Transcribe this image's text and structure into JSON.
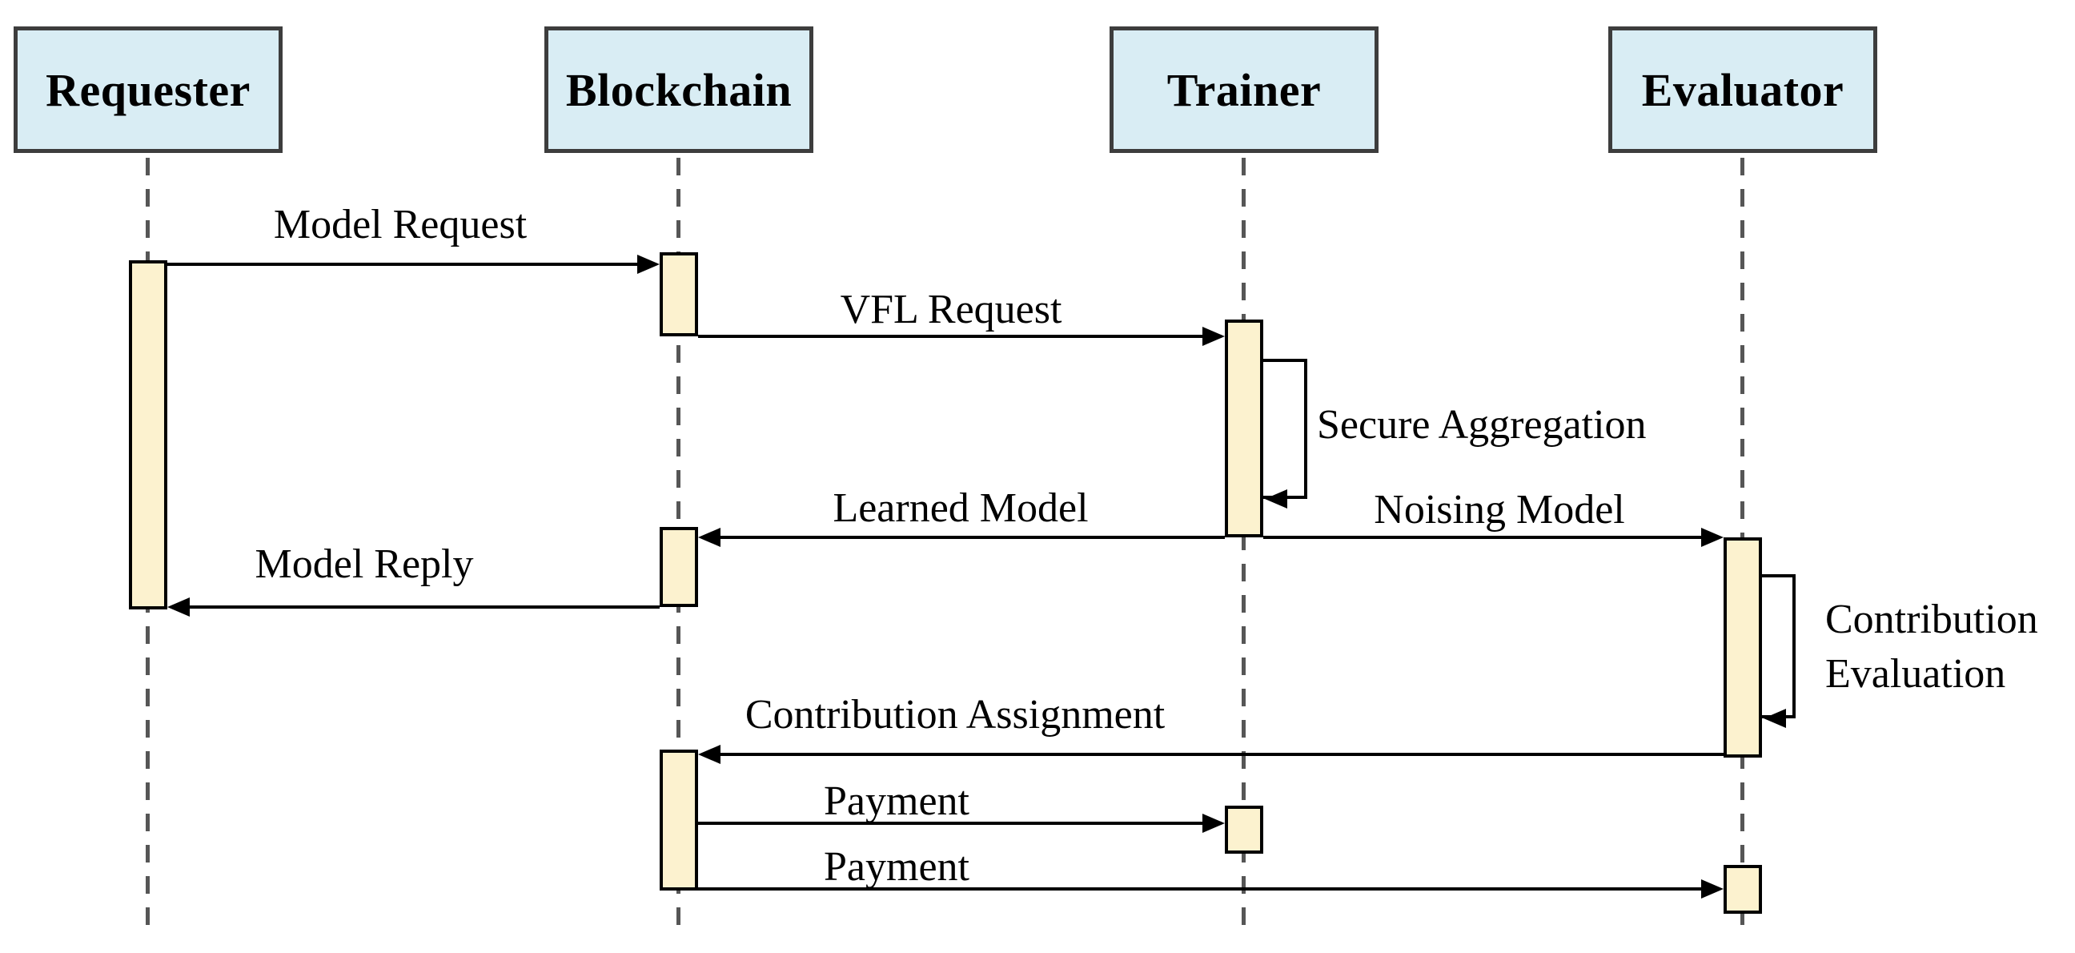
{
  "diagram_type": "uml-sequence-diagram",
  "actors": [
    {
      "id": "requester",
      "label": "Requester"
    },
    {
      "id": "blockchain",
      "label": "Blockchain"
    },
    {
      "id": "trainer",
      "label": "Trainer"
    },
    {
      "id": "evaluator",
      "label": "Evaluator"
    }
  ],
  "messages": [
    {
      "id": "model-request",
      "label": "Model Request",
      "from": "Requester",
      "to": "Blockchain",
      "kind": "arrow"
    },
    {
      "id": "vfl-request",
      "label": "VFL Request",
      "from": "Blockchain",
      "to": "Trainer",
      "kind": "arrow"
    },
    {
      "id": "secure-aggregation",
      "label": "Secure Aggregation",
      "from": "Trainer",
      "to": "Trainer",
      "kind": "self"
    },
    {
      "id": "learned-model",
      "label": "Learned Model",
      "from": "Trainer",
      "to": "Blockchain",
      "kind": "arrow"
    },
    {
      "id": "noising-model",
      "label": "Noising Model",
      "from": "Trainer",
      "to": "Evaluator",
      "kind": "arrow"
    },
    {
      "id": "model-reply",
      "label": "Model Reply",
      "from": "Blockchain",
      "to": "Requester",
      "kind": "arrow"
    },
    {
      "id": "contribution-evaluation",
      "label": "Contribution Evaluation",
      "label_lines": [
        "Contribution",
        "Evaluation"
      ],
      "from": "Evaluator",
      "to": "Evaluator",
      "kind": "self"
    },
    {
      "id": "contribution-assignment",
      "label": "Contribution Assignment",
      "from": "Evaluator",
      "to": "Blockchain",
      "kind": "arrow"
    },
    {
      "id": "payment-to-trainer",
      "label": "Payment",
      "from": "Blockchain",
      "to": "Trainer",
      "kind": "arrow"
    },
    {
      "id": "payment-to-evaluator",
      "label": "Payment",
      "from": "Blockchain",
      "to": "Evaluator",
      "kind": "arrow"
    }
  ],
  "colors": {
    "actor_fill": "#d9edf4",
    "actor_border": "#3d3d3d",
    "activation_fill": "#fcf2cf",
    "activation_border": "#000000",
    "lifeline": "#565656",
    "message_line": "#000000",
    "text": "#000000",
    "background": "#ffffff"
  }
}
